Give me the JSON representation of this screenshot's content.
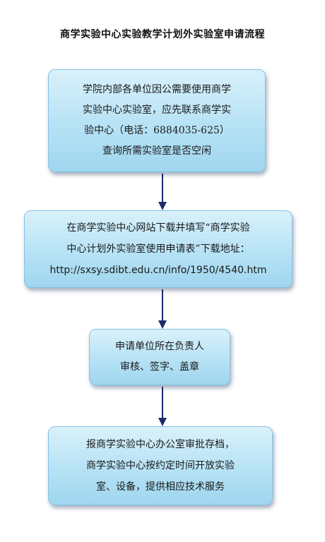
{
  "title": "商学实验中心实验教学计划外实验室申请流程",
  "steps": [
    {
      "lines": [
        "学院内部各单位因公需要使用商学",
        "实验中心实验室，应先联系商学实",
        "验中心（电话：6884035-625）",
        "查询所需实验室是否空闲"
      ]
    },
    {
      "lines": [
        "在商学实验中心网站下载并填写“商学实验",
        "中心计划外实验室使用申请表”下载地址：",
        "http://sxsy.sdibt.edu.cn/info/1950/4540.htm"
      ]
    },
    {
      "lines": [
        "申请单位所在负责人",
        "审核、签字、盖章"
      ]
    },
    {
      "lines": [
        "报商学实验中心办公室审批存档，",
        "商学实验中心按约定时间开放实验",
        "室、设备，提供相应技术服务"
      ]
    }
  ],
  "colors": {
    "box_fill": "#b6e2f5",
    "box_border": "#86c0e4",
    "arrow": "#1f2a6b"
  }
}
